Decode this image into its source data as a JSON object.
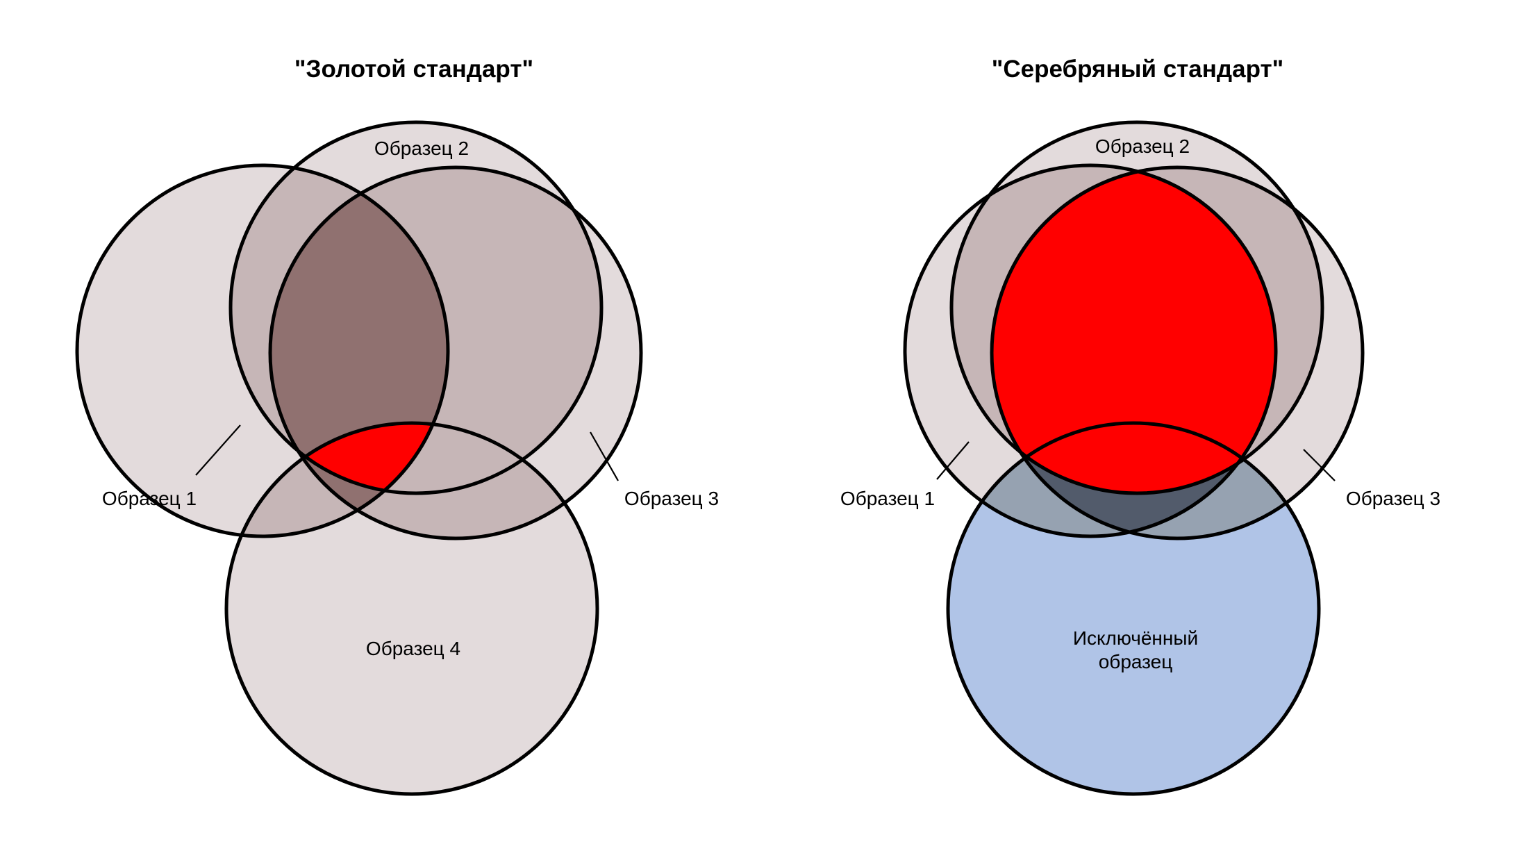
{
  "colors": {
    "region_one": "#e3dbdc",
    "region_two": "#c6b6b7",
    "region_three": "#907170",
    "highlight": "#ff0000",
    "excluded_fill": "#b0c4e7",
    "excluded_overlap_one": "#96a2b1",
    "excluded_overlap_two": "#525b6b",
    "outline": "#000000"
  },
  "gold": {
    "title": "\"Золотой стандарт\"",
    "sample1": "Образец 1",
    "sample2": "Образец 2",
    "sample3": "Образец 3",
    "sample4": "Образец 4"
  },
  "silver": {
    "title": "\"Серебряный стандарт\"",
    "sample1": "Образец 1",
    "sample2": "Образец 2",
    "sample3": "Образец 3",
    "excluded_line1": "Исключённый",
    "excluded_line2": "образец"
  }
}
